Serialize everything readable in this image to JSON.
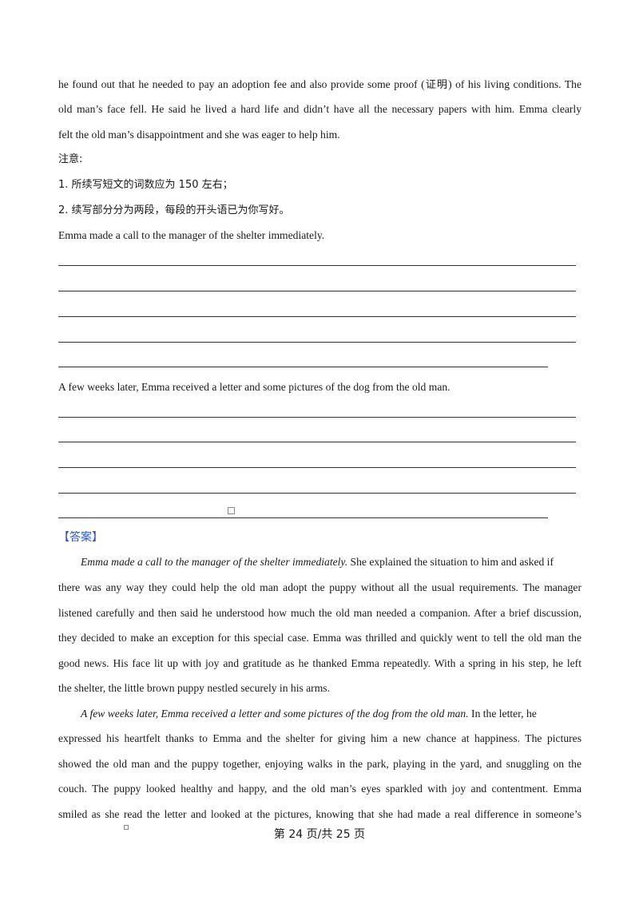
{
  "intro_lines": [
    {
      "pre": "he found out that he needed to pay an adoption fee and also provide some proof (",
      "cjk": "证明",
      "post": ") of his living conditions. The"
    },
    {
      "pre": "old man’s face fell. He said he lived a hard life and didn’t have all the necessary papers with him. Emma clearly",
      "cjk": "",
      "post": ""
    },
    {
      "pre": "felt the old man’s disappointment and she was eager to help him.",
      "cjk": "",
      "post": ""
    }
  ],
  "notes": {
    "heading": "注意:",
    "item1": "1. 所续写短文的词数应为  150 左右；",
    "item2": "2. 续写部分分为两段，每段的开头语已为你写好。"
  },
  "prompt1": "Emma made a call to the manager of the shelter immediately.",
  "prompt2": "A few weeks later, Emma received a letter and some pictures of the dog from the old man.",
  "answer_label": "【答案】",
  "para1": {
    "lead": "Emma made a call to the manager of the shelter immediately.",
    "lines": [
      " She explained the situation to him and asked if",
      "there was any way they could help the old man adopt the puppy without all the usual requirements. The manager",
      "listened carefully and then said he understood how much the old man needed a companion. After a brief discussion,",
      "they decided to make an exception for this special case. Emma was thrilled and quickly went to tell the old man the",
      "good news. His face lit up with joy and gratitude as he thanked Emma repeatedly. With a spring in his step, he left",
      "the shelter, the little brown puppy nestled securely in his arms."
    ]
  },
  "para2": {
    "lead": "A few weeks later, Emma received a letter and some pictures of the dog from the old man.",
    "lines": [
      " In the letter, he",
      "expressed his heartfelt thanks to Emma and the shelter for giving him a new chance at happiness. The pictures",
      "showed the old man and the puppy together, enjoying walks in the park, playing in the yard, and snuggling on the",
      "couch. The puppy looked healthy and happy, and the old man’s eyes sparkled with joy and contentment. Emma",
      "smiled as she read the letter and looked at the pictures, knowing that she had made a real difference in someone’s"
    ]
  },
  "footer": {
    "page_text": "第  24 页/共  25 页"
  }
}
